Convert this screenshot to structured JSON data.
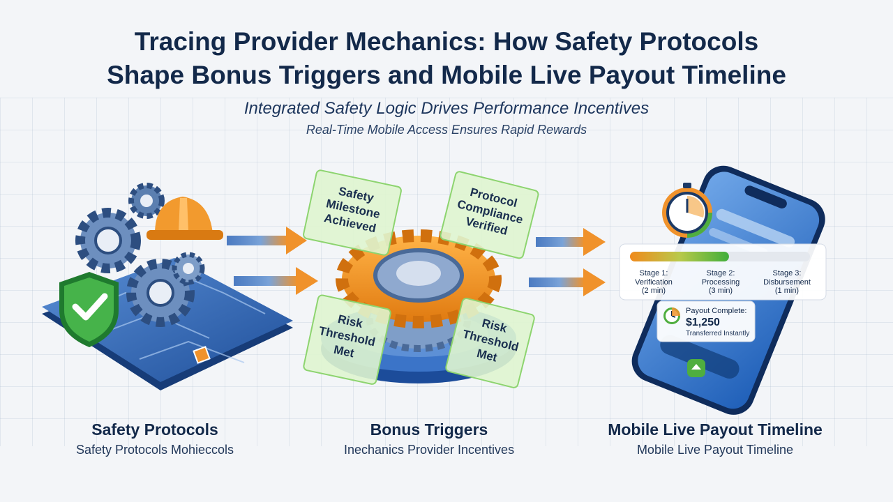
{
  "header": {
    "title_line1": "Tracing Provider Mechanics: How Safety Protocols",
    "title_line2": "Shape Bonus Triggers and Mobile Live Payout Timeline",
    "subtitle1": "Integrated Safety Logic Drives Performance Incentives",
    "subtitle2": "Real-Time Mobile Access Ensures Rapid Rewards"
  },
  "cards": {
    "safety_milestone": [
      "Safety",
      "Milestone",
      "Achieved"
    ],
    "protocol_compliance": [
      "Protocol",
      "Compliance",
      "Verified"
    ],
    "risk_left": [
      "Risk",
      "Threshold",
      "Met"
    ],
    "risk_right": [
      "Risk",
      "Threshold",
      "Met"
    ]
  },
  "timeline": {
    "progress": 0.55,
    "stages": [
      {
        "name": "Stage 1:",
        "desc": "Verification",
        "time": "(2 min)"
      },
      {
        "name": "Stage 2:",
        "desc": "Processing",
        "time": "(3 min)"
      },
      {
        "name": "Stage 3:",
        "desc": "Disbursement",
        "time": "(1 min)"
      }
    ]
  },
  "payout": {
    "label": "Payout Complete:",
    "amount": "$1,250",
    "note": "Transferred Instantly"
  },
  "columns": [
    {
      "title": "Safety Protocols",
      "subtitle": "Safety Protocols Mohieccols"
    },
    {
      "title": "Bonus Triggers",
      "subtitle": "Inechanics Provider Incentives"
    },
    {
      "title": "Mobile Live Payout Timeline",
      "subtitle": "Mobile Live Payout Timeline"
    }
  ],
  "colors": {
    "navy": "#13294a",
    "blue": "#2f66b8",
    "orange": "#f0922b",
    "green": "#3fae3a",
    "card_green": "#dff5cf"
  }
}
